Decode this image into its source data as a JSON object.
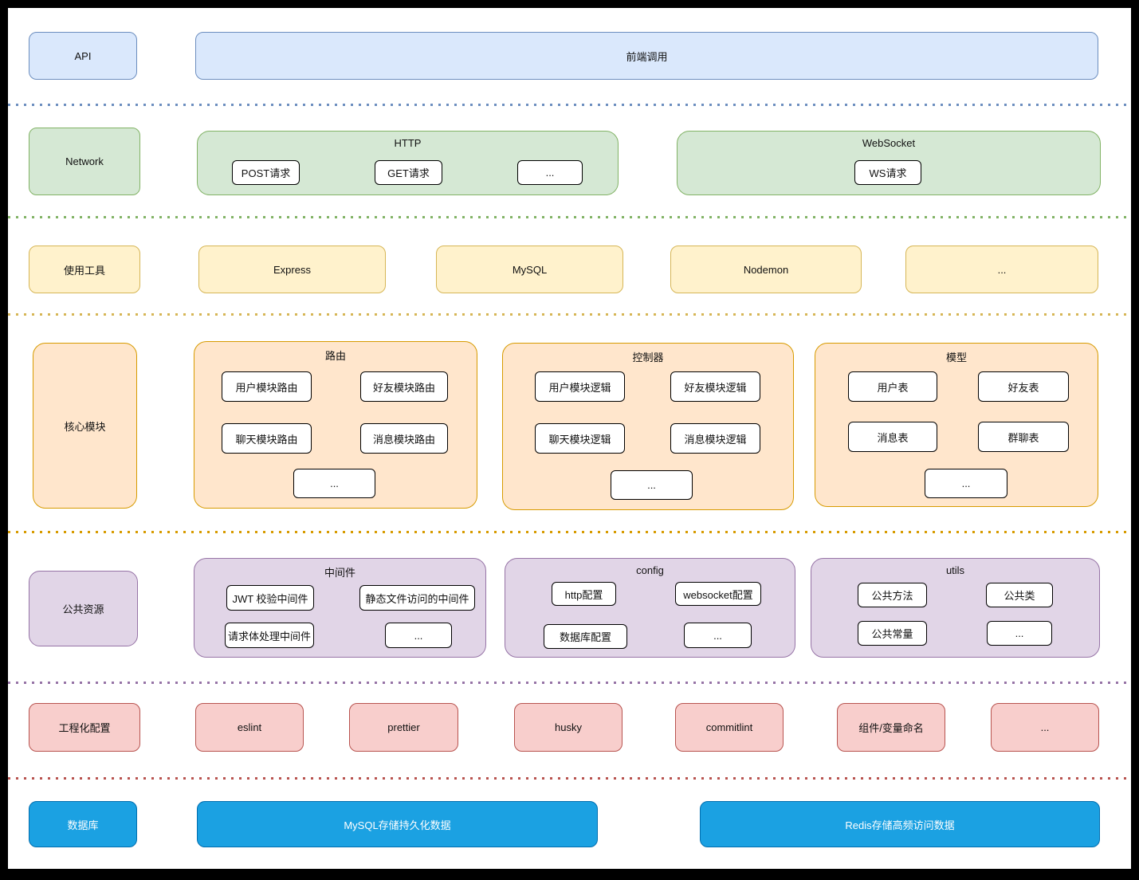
{
  "colors": {
    "blue_fill": "#dae8fc",
    "blue_border": "#6c8ebf",
    "green_fill": "#d5e8d4",
    "green_border": "#82b366",
    "yellow_fill": "#fff2cc",
    "yellow_border": "#d6b656",
    "orange_fill": "#ffe6cc",
    "orange_border": "#d79b00",
    "purple_fill": "#e1d5e7",
    "purple_border": "#9673a6",
    "red_fill": "#f8cecc",
    "red_border": "#b85450",
    "database_fill": "#1ba1e2",
    "separator_colors": [
      "#6c8ebf",
      "#82b366",
      "#d6b656",
      "#d79b00",
      "#9673a6",
      "#b85450"
    ]
  },
  "rows": {
    "api": {
      "label": "API",
      "frontend": "前端调用"
    },
    "network": {
      "label": "Network",
      "http_title": "HTTP",
      "http_items": [
        "POST请求",
        "GET请求",
        "..."
      ],
      "ws_title": "WebSocket",
      "ws_items": [
        "WS请求"
      ]
    },
    "tools": {
      "label": "使用工具",
      "items": [
        "Express",
        "MySQL",
        "Nodemon",
        "..."
      ]
    },
    "core": {
      "label": "核心模块",
      "groups": [
        {
          "title": "路由",
          "items": [
            "用户模块路由",
            "好友模块路由",
            "聊天模块路由",
            "消息模块路由",
            "..."
          ]
        },
        {
          "title": "控制器",
          "items": [
            "用户模块逻辑",
            "好友模块逻辑",
            "聊天模块逻辑",
            "消息模块逻辑",
            "..."
          ]
        },
        {
          "title": "模型",
          "items": [
            "用户表",
            "好友表",
            "消息表",
            "群聊表",
            "..."
          ]
        }
      ]
    },
    "shared": {
      "label": "公共资源",
      "groups": [
        {
          "title": "中间件",
          "items": [
            "JWT 校验中间件",
            "静态文件访问的中间件",
            "请求体处理中间件",
            "..."
          ]
        },
        {
          "title": "config",
          "items": [
            "http配置",
            "websocket配置",
            "数据库配置",
            "..."
          ]
        },
        {
          "title": "utils",
          "items": [
            "公共方法",
            "公共类",
            "公共常量",
            "..."
          ]
        }
      ]
    },
    "engineering": {
      "label": "工程化配置",
      "items": [
        "eslint",
        "prettier",
        "husky",
        "commitlint",
        "组件/变量命名",
        "..."
      ]
    },
    "database": {
      "label": "数据库",
      "items": [
        "MySQL存储持久化数据",
        "Redis存储高频访问数据"
      ]
    }
  }
}
